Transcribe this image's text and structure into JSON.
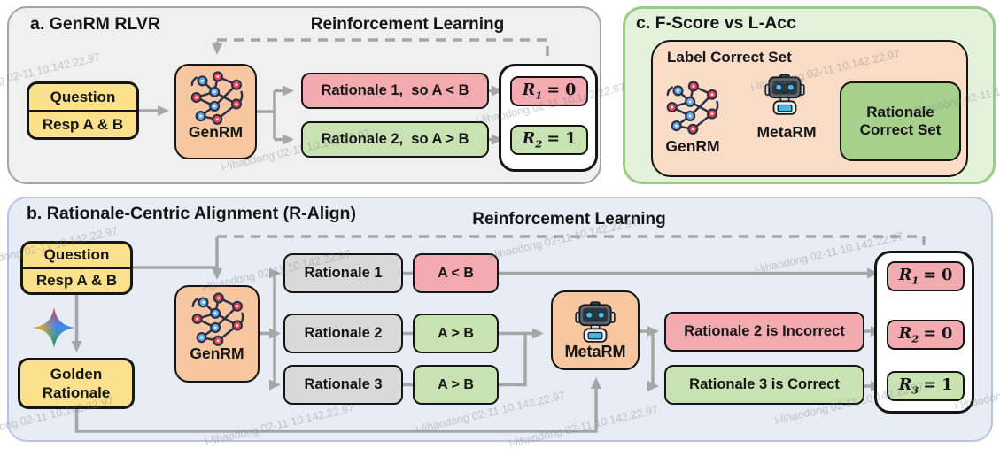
{
  "watermark": {
    "text": "i-lihaodong 02-11 10.142.22.97"
  },
  "colors": {
    "panel_a_bg": "#f0f0f0",
    "panel_b_bg": "#e8ecf5",
    "panel_c_bg": "#e4f1db",
    "yellow": "#fbe18c",
    "peach": "#f6c7a0",
    "pink": "#f3abb1",
    "green": "#c8e2b1",
    "gray_box": "#d9d9d9",
    "result_green": "#a7d08c",
    "inner_peach": "#fbdcc6",
    "arrow_gray": "#a6a6a6",
    "arrow_brown": "#8a470e"
  },
  "panel_a": {
    "title": "a. GenRM RLVR",
    "rl_label": "Reinforcement Learning",
    "input": {
      "top": "Question",
      "bottom": "Resp A & B"
    },
    "genrm_label": "GenRM",
    "rationales": [
      "Rationale 1,  so A < B",
      "Rationale 2,  so A > B"
    ],
    "rewards": [
      {
        "base": "R",
        "sub": "1",
        "rest": "= 0"
      },
      {
        "base": "R",
        "sub": "2",
        "rest": "= 1"
      }
    ]
  },
  "panel_b": {
    "title": "b. Rationale-Centric Alignment (R-Align)",
    "rl_label": "Reinforcement Learning",
    "input": {
      "top": "Question",
      "bottom": "Resp A & B"
    },
    "golden_label": "Golden Rationale",
    "genrm_label": "GenRM",
    "rationales": [
      "Rationale 1",
      "Rationale 2",
      "Rationale 3"
    ],
    "verdicts": [
      "A < B",
      "A > B",
      "A > B"
    ],
    "metarm_label": "MetaRM",
    "judgments": [
      "Rationale 2 is Incorrect",
      "Rationale 3 is Correct"
    ],
    "rewards": [
      {
        "base": "R",
        "sub": "1",
        "rest": "= 0"
      },
      {
        "base": "R",
        "sub": "2",
        "rest": "= 0"
      },
      {
        "base": "R",
        "sub": "3",
        "rest": "= 1"
      }
    ]
  },
  "panel_c": {
    "title": "c. F-Score vs L-Acc",
    "set_label": "Label Correct Set",
    "genrm_label": "GenRM",
    "metarm_label": "MetaRM",
    "result_label": "Rationale Correct Set"
  }
}
